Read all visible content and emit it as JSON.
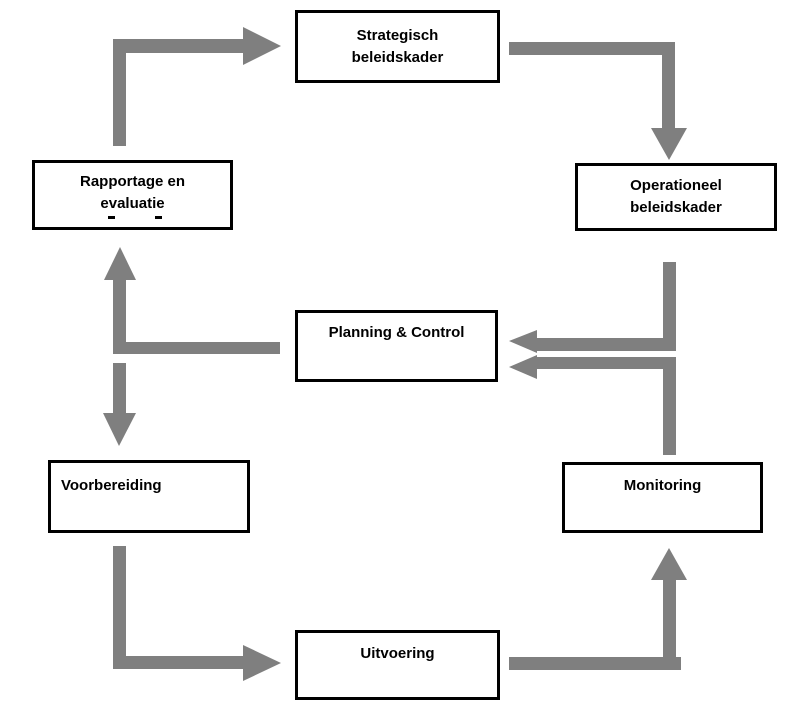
{
  "diagram": {
    "boxes": [
      {
        "id": "strategisch-beleidskader",
        "lines": [
          "Strategisch",
          "beleidskader"
        ]
      },
      {
        "id": "operationeel-beleidskader",
        "lines": [
          "Operationeel",
          "beleidskader"
        ]
      },
      {
        "id": "planning-control",
        "lines": [
          "Planning & Control"
        ]
      },
      {
        "id": "monitoring",
        "lines": [
          "Monitoring"
        ]
      },
      {
        "id": "uitvoering",
        "lines": [
          "Uitvoering"
        ]
      },
      {
        "id": "voorbereiding",
        "lines": [
          "Voorbereiding"
        ]
      },
      {
        "id": "rapportage-evaluatie",
        "lines": [
          "Rapportage en",
          "evaluatie"
        ]
      }
    ],
    "edges": [
      {
        "from": "rapportage-evaluatie",
        "to": "strategisch-beleidskader"
      },
      {
        "from": "strategisch-beleidskader",
        "to": "operationeel-beleidskader"
      },
      {
        "from": "operationeel-beleidskader",
        "to": "planning-control"
      },
      {
        "from": "monitoring",
        "to": "planning-control"
      },
      {
        "from": "planning-control",
        "to": "rapportage-evaluatie"
      },
      {
        "from": "rapportage-evaluatie",
        "to": "voorbereiding"
      },
      {
        "from": "voorbereiding",
        "to": "uitvoering"
      },
      {
        "from": "uitvoering",
        "to": "monitoring"
      }
    ],
    "colors": {
      "arrow": "#7f7f7f",
      "box_border": "#000000",
      "box_fill": "#ffffff",
      "text": "#000000",
      "background": "#ffffff"
    }
  }
}
